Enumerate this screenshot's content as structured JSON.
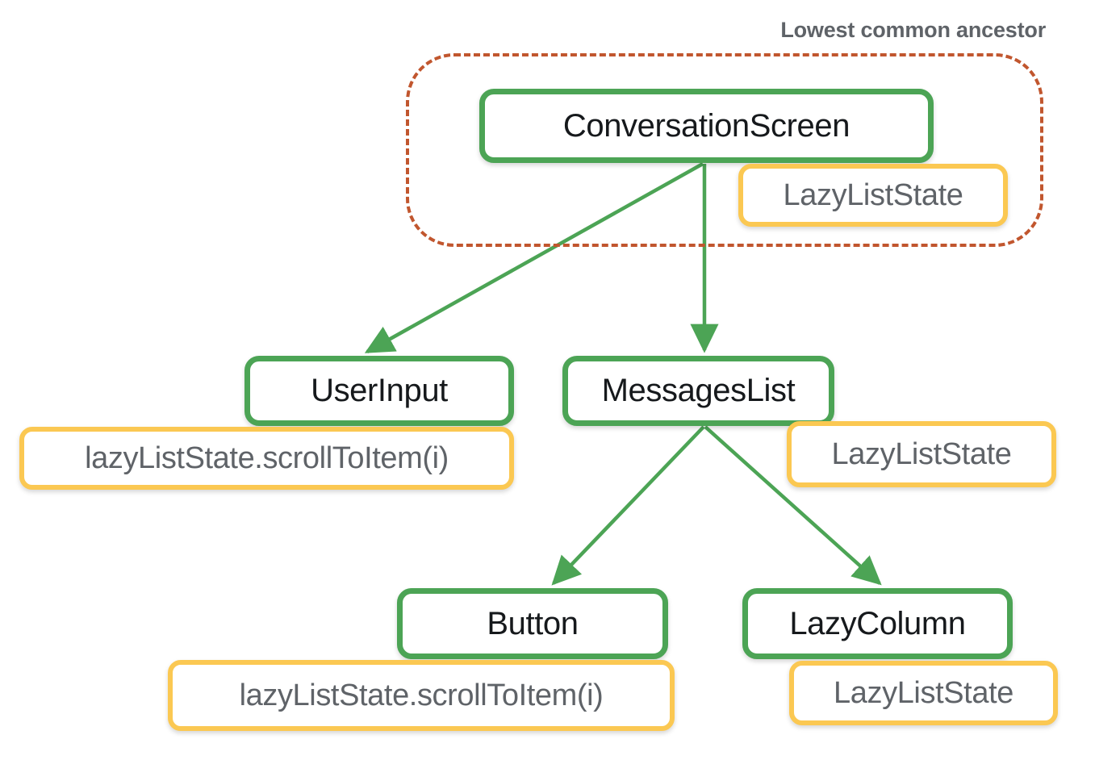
{
  "diagram": {
    "title": "Lowest common ancestor",
    "annotation": {
      "label": "Lowest common ancestor"
    },
    "colors": {
      "composable_border": "#4CA455",
      "state_border": "#FBC852",
      "region_border": "#C1562E",
      "edge": "#4CA455",
      "composable_text": "#16191C",
      "state_text": "#5F6368",
      "annotation_text": "#5F6368",
      "background": "#FFFFFF"
    },
    "nodes": [
      {
        "id": "conversationscreen",
        "label": "ConversationScreen",
        "kind": "composable"
      },
      {
        "id": "userinput",
        "label": "UserInput",
        "kind": "composable"
      },
      {
        "id": "messageslist",
        "label": "MessagesList",
        "kind": "composable"
      },
      {
        "id": "button",
        "label": "Button",
        "kind": "composable"
      },
      {
        "id": "lazycolumn",
        "label": "LazyColumn",
        "kind": "composable"
      }
    ],
    "state_chips": [
      {
        "id": "state-conversationscreen",
        "label": "LazyListState",
        "owner": "conversationscreen"
      },
      {
        "id": "state-userinput",
        "label": "lazyListState.scrollToItem(i)",
        "owner": "userinput"
      },
      {
        "id": "state-messageslist",
        "label": "LazyListState",
        "owner": "messageslist"
      },
      {
        "id": "state-button",
        "label": "lazyListState.scrollToItem(i)",
        "owner": "button"
      },
      {
        "id": "state-lazycolumn",
        "label": "LazyListState",
        "owner": "lazycolumn"
      }
    ],
    "edges": [
      {
        "from": "conversationscreen",
        "to": "userinput"
      },
      {
        "from": "conversationscreen",
        "to": "messageslist"
      },
      {
        "from": "messageslist",
        "to": "button"
      },
      {
        "from": "messageslist",
        "to": "lazycolumn"
      }
    ],
    "region": {
      "id": "lowest-common-ancestor",
      "style": "dashed",
      "contains": [
        "conversationscreen",
        "state-conversationscreen"
      ]
    }
  }
}
